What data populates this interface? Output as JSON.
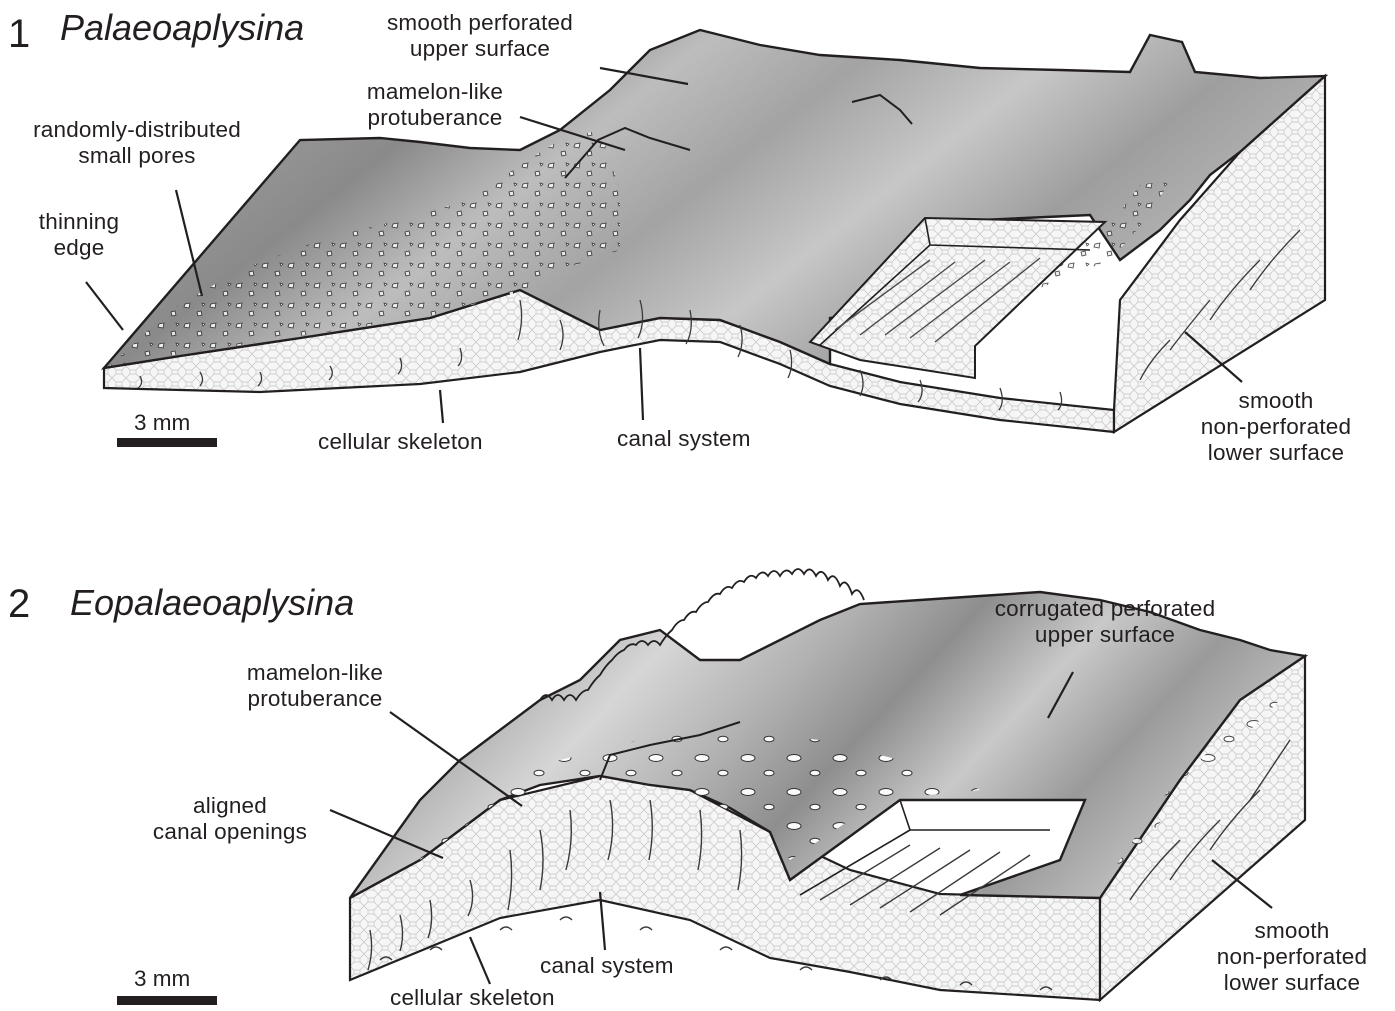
{
  "panel1": {
    "number": "1",
    "title": "Palaeoaplysina",
    "labels": {
      "upper_surface": "smooth perforated\nupper surface",
      "mamelon": "mamelon-like\nprotuberance",
      "pores": "randomly-distributed\nsmall pores",
      "thinning_edge": "thinning\nedge",
      "cellular_skeleton": "cellular skeleton",
      "canal_system": "canal system",
      "lower_surface": "smooth\nnon-perforated\nlower surface"
    },
    "scale_bar": "3 mm"
  },
  "panel2": {
    "number": "2",
    "title": "Eopalaeoaplysina",
    "labels": {
      "upper_surface": "corrugated perforated\nupper surface",
      "mamelon": "mamelon-like\nprotuberance",
      "aligned_openings": "aligned\ncanal openings",
      "canal_system": "canal system",
      "cellular_skeleton": "cellular skeleton",
      "lower_surface": "smooth\nnon-perforated\nlower surface"
    },
    "scale_bar": "3 mm"
  },
  "colors": {
    "ink": "#231f20",
    "surface_light": "#d8d8d8",
    "surface_dark": "#8c8c8c",
    "section_fill": "#f4f4f4"
  }
}
